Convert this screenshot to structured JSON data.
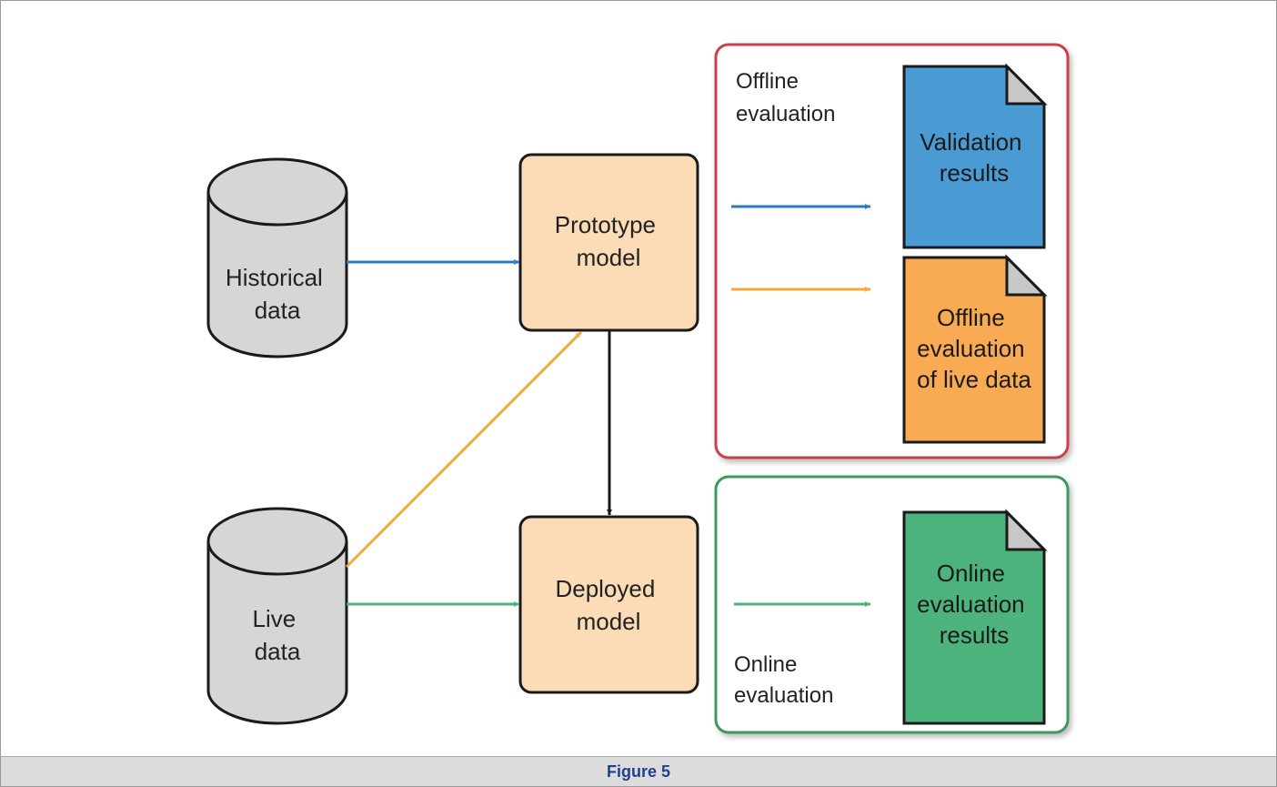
{
  "caption": "Figure 5",
  "colors": {
    "model_fill": "#fbdcb6",
    "cylinder_fill": "#d6d6d6",
    "blue": "#2a7cc2",
    "orange": "#f5a93c",
    "green": "#4db37d",
    "black": "#1a1a1a",
    "offline_border": "#c9414a",
    "online_border": "#3a9a5b",
    "doc_validation": "#4a9bd4",
    "doc_offline_live": "#f8ab52",
    "doc_online": "#4db37d"
  },
  "sources": {
    "historical": [
      "Historical",
      "data"
    ],
    "live": [
      "Live",
      "data"
    ]
  },
  "models": {
    "prototype": [
      "Prototype",
      "model"
    ],
    "deployed": [
      "Deployed",
      "model"
    ]
  },
  "groups": {
    "offline": [
      "Offline",
      "evaluation"
    ],
    "online": [
      "Online",
      "evaluation"
    ]
  },
  "documents": {
    "validation": [
      "Validation",
      "results"
    ],
    "offline_live": [
      "Offline",
      "evaluation",
      "of live data"
    ],
    "online": [
      "Online",
      "evaluation",
      "results"
    ]
  }
}
